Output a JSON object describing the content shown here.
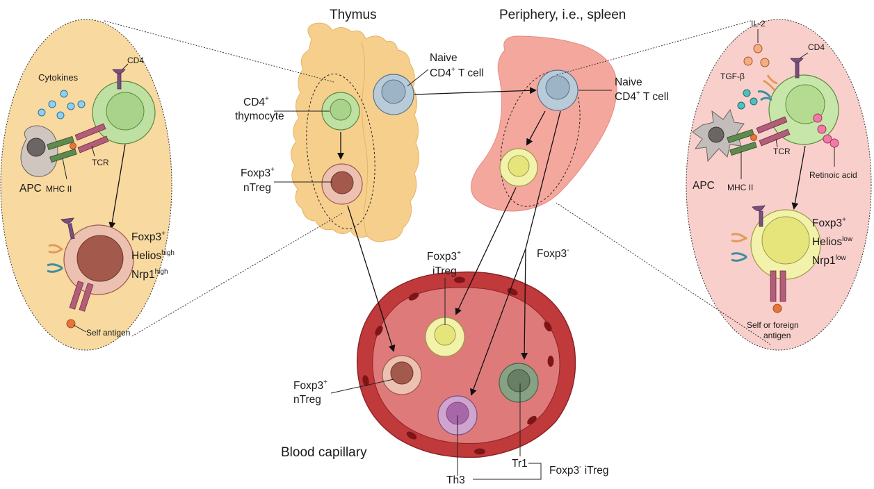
{
  "labels": {
    "thymus": "Thymus",
    "periphery": "Periphery, i.e., spleen",
    "naive_cd4_thymus_1": "Naive",
    "naive_cd4_thymus_2": "CD4",
    "naive_cd4_thymus_3": " T cell",
    "cd4_thymocyte_1": "CD4",
    "cd4_thymocyte_2": "thymocyte",
    "foxp3_ntreg_thymus_1": "Foxp3",
    "foxp3_ntreg_thymus_2": "nTreg",
    "naive_cd4_spleen_1": "Naive",
    "naive_cd4_spleen_2": "CD4",
    "naive_cd4_spleen_3": " T cell",
    "foxp3_itreg_1": "Foxp3",
    "foxp3_itreg_2": "iTreg",
    "foxp3_neg": "Foxp3",
    "foxp3_ntreg_cap_1": "Foxp3",
    "foxp3_ntreg_cap_2": "nTreg",
    "blood_capillary": "Blood capillary",
    "tr1": "Tr1",
    "th3": "Th3",
    "foxp3_neg_itreg_1": "Foxp3",
    "foxp3_neg_itreg_2": " iTreg",
    "plus": "+",
    "minus": "-"
  },
  "left_panel": {
    "cytokines": "Cytokines",
    "cd4": "CD4",
    "tcr": "TCR",
    "apc": "APC",
    "mhc_ii": "MHC II",
    "foxp3": "Foxp3",
    "helios": "Helios",
    "helios_sup": "high",
    "nrp1": "Nrp1",
    "nrp1_sup": "high",
    "self_antigen": "Self antigen"
  },
  "right_panel": {
    "il2": "IL-2",
    "cd4": "CD4",
    "tgfb": "TGF-β",
    "tcr": "TCR",
    "apc": "APC",
    "mhc_ii": "MHC II",
    "retinoic_acid": "Retinoic acid",
    "foxp3": "Foxp3",
    "helios": "Helios",
    "helios_sup": "low",
    "nrp1": "Nrp1",
    "nrp1_sup": "low",
    "antigen_1": "Self or foreign",
    "antigen_2": "antigen"
  },
  "colors": {
    "left_panel_fill": "#f8d9a0",
    "right_panel_fill": "#f9cfcb",
    "thymus": "#f6cf8c",
    "spleen": "#f4a79d",
    "capillary_wall": "#c0393b",
    "capillary_lumen": "#df7a7b",
    "naive_cell": "#b9cbd9",
    "thymocyte": "#bfe0a3",
    "ntreg": "#e9b8a6",
    "ntreg_nucleus": "#a3594b",
    "itreg": "#f3f2ab",
    "tr1": "#86a183",
    "th3": "#cfa4cf",
    "tcr": "#b35d79",
    "mhc": "#5f8a4f"
  }
}
